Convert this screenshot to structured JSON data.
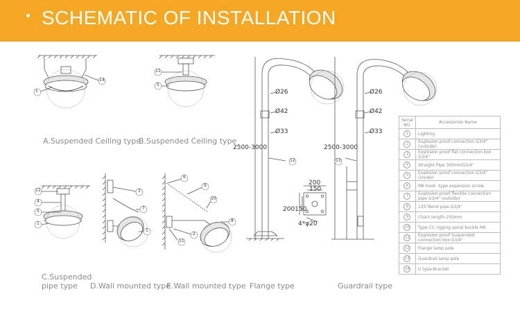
{
  "header": {
    "title": "SCHEMATIC OF INSTALLATION"
  },
  "captions": {
    "a": "A.Suspended Ceiling type",
    "b": "B.Suspended Ceiling type",
    "c1": "C.Suspended",
    "c2": "pipe type",
    "d": "D.Wall mounted type",
    "e": "E.Wall mounted type",
    "flange": "Flange type",
    "guardrail": "Guardrail type"
  },
  "dimensions": {
    "d26": "Ø26",
    "d42": "Ø42",
    "d33": "Ø33",
    "height": "2500-3000",
    "d26b": "Ø26",
    "d42b": "Ø42",
    "d33b": "Ø33",
    "heightb": "2500-3000",
    "w200": "200",
    "w150": "150",
    "h200150": "200150",
    "holes": "4*φ20"
  },
  "callouts": {
    "a1": "1",
    "a14": "14",
    "b11": "11",
    "b5": "5",
    "c11": "11",
    "c4": "4",
    "c5": "5",
    "c1": "1",
    "d3": "3",
    "d7": "7",
    "d1": "1",
    "e6": "6",
    "e9": "9",
    "e10": "10",
    "e8": "8",
    "e2": "2",
    "e11": "11",
    "f12": "12",
    "g13": "13"
  },
  "table": {
    "header_sn": "Serial NO.",
    "header_name": "Accessories Name",
    "rows": [
      {
        "sn": "1",
        "name": "Lighting"
      },
      {
        "sn": "2",
        "name": "Explosion proof connection G3/4\" (outside)"
      },
      {
        "sn": "3",
        "name": "Explosion proof flat connection box G3/4\""
      },
      {
        "sn": "4",
        "name": "Straight Pipe 300mmG3/4\""
      },
      {
        "sn": "5",
        "name": "Explosion proof connection G3/4\" (inside)"
      },
      {
        "sn": "6",
        "name": "M6 hook -type expansion screw"
      },
      {
        "sn": "7",
        "name": "Explosion-proof flexible connection pipe G3/4\" (outside)"
      },
      {
        "sn": "8",
        "name": "135°Bend pipe G3/4\""
      },
      {
        "sn": "9",
        "name": "Chain length-250mm"
      },
      {
        "sn": "10",
        "name": "Type CC rigging spiral buckle M6"
      },
      {
        "sn": "11",
        "name": "Explosion proof Suspended connection box G3/4\""
      },
      {
        "sn": "12",
        "name": "Flange lamp pole"
      },
      {
        "sn": "13",
        "name": "Guardrail lamp pole"
      },
      {
        "sn": "14",
        "name": "U type-Bracket"
      }
    ]
  }
}
